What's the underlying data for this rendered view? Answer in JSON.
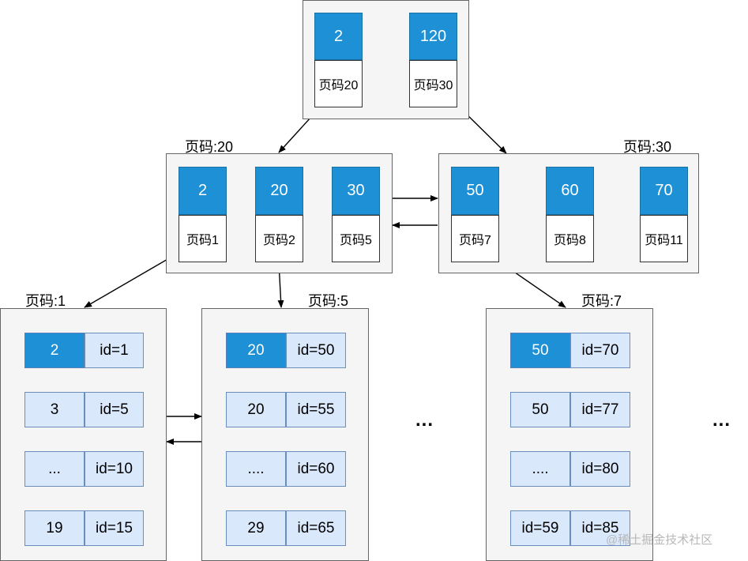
{
  "root": {
    "keys": [
      "2",
      "120"
    ],
    "pointers": [
      "页码20",
      "页码30"
    ]
  },
  "inner_left": {
    "title": "页码:20",
    "keys": [
      "2",
      "20",
      "30"
    ],
    "pointers": [
      "页码1",
      "页码2",
      "页码5"
    ]
  },
  "inner_right": {
    "title": "页码:30",
    "keys": [
      "50",
      "60",
      "70"
    ],
    "pointers": [
      "页码7",
      "页码8",
      "页码11"
    ]
  },
  "leaf1": {
    "title": "页码:1",
    "rows": [
      {
        "key": "2",
        "val": "id=1"
      },
      {
        "key": "3",
        "val": "id=5"
      },
      {
        "key": "...",
        "val": "id=10"
      },
      {
        "key": "19",
        "val": "id=15"
      }
    ]
  },
  "leaf5": {
    "title": "页码:5",
    "rows": [
      {
        "key": "20",
        "val": "id=50"
      },
      {
        "key": "20",
        "val": "id=55"
      },
      {
        "key": "....",
        "val": "id=60"
      },
      {
        "key": "29",
        "val": "id=65"
      }
    ]
  },
  "leaf7": {
    "title": "页码:7",
    "rows": [
      {
        "key": "50",
        "val": "id=70"
      },
      {
        "key": "50",
        "val": "id=77"
      },
      {
        "key": "....",
        "val": "id=80"
      },
      {
        "key": "id=59",
        "val": "id=85"
      }
    ]
  },
  "ellipsis": [
    "...",
    "..."
  ],
  "watermark": "@稀土掘金技术社区",
  "colors": {
    "key_fill": "#1e90d6",
    "leaf_fill": "#dae8fc",
    "node_bg": "#f5f5f5",
    "arrow_gray": "#6c8ebf"
  }
}
